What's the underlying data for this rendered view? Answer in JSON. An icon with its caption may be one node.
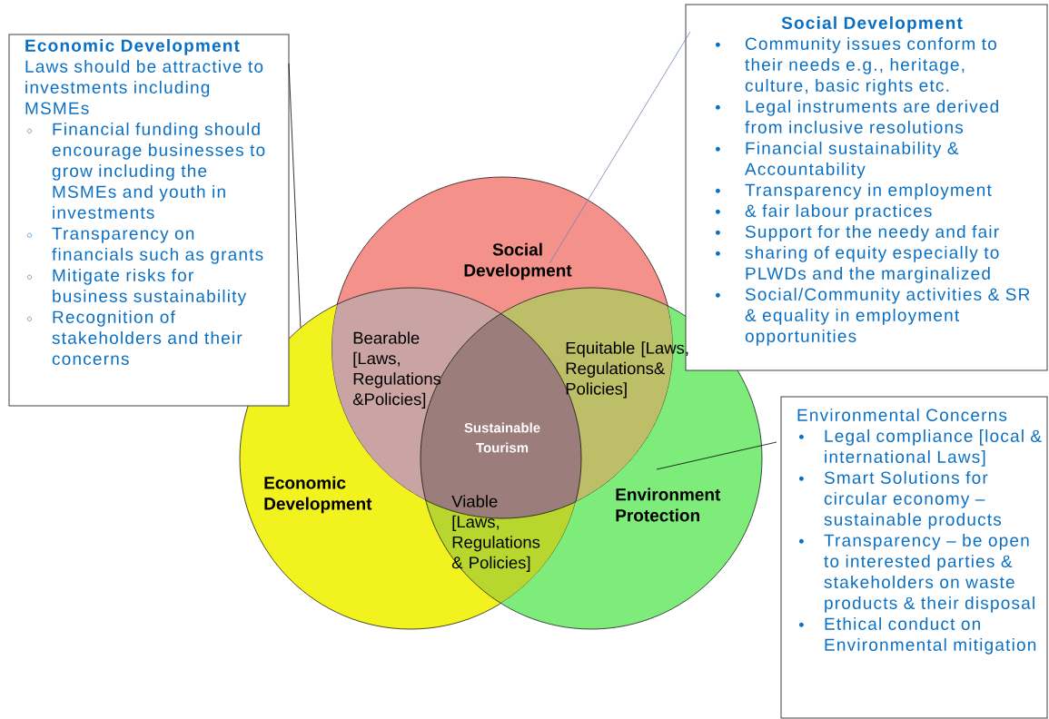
{
  "diagram": {
    "nodes": [
      {
        "text": [
          "Social Development"
        ]
      },
      {
        "text": [
          "Economic Development"
        ]
      },
      {
        "text": [
          "Environment Protection"
        ]
      },
      {
        "text": [
          "Economic Development",
          "Laws should be attractive to investments including MSMEs",
          "Financial funding should encourage businesses to grow including the MSMEs and youth in investments",
          "Transparency on financials such as grants",
          "Mitigate risks for business sustainability",
          "Recognition of stakeholders and their concerns"
        ]
      },
      {
        "text": [
          "Social Development",
          "Community issues conform to their needs e.g., heritage, culture, basic rights etc.",
          "Legal instruments are derived from inclusive resolutions",
          "Financial sustainability & Accountability",
          "Transparency in employment",
          "& fair labour practices",
          "Support for the needy and fair",
          "sharing of equity especially to PLWDs and the marginalized",
          "Social/Community activities & SR & equality in employment opportunities"
        ]
      },
      {
        "text": [
          "Environmental Concerns",
          "Legal compliance [local & international Laws]",
          "Smart Solutions for circular economy – sustainable products",
          "Transparency – be open to interested parties & stakeholders on waste products & their disposal",
          "Ethical conduct on Environmental mitigation"
        ]
      }
    ],
    "edges": [
      {
        "from": 3,
        "to": 1,
        "arrow": "none"
      },
      {
        "from": 4,
        "to": 0,
        "arrow": "none",
        "color": "#6b84b0"
      },
      {
        "from": 5,
        "to": 2,
        "arrow": "none"
      }
    ],
    "labels": [
      "Bearable [Laws, Regulations &Policies]",
      "Equitable [Laws, Regulations& Policies]",
      "Sustainable Tourism",
      "Viable [Laws, Regulations & Policies]"
    ]
  }
}
